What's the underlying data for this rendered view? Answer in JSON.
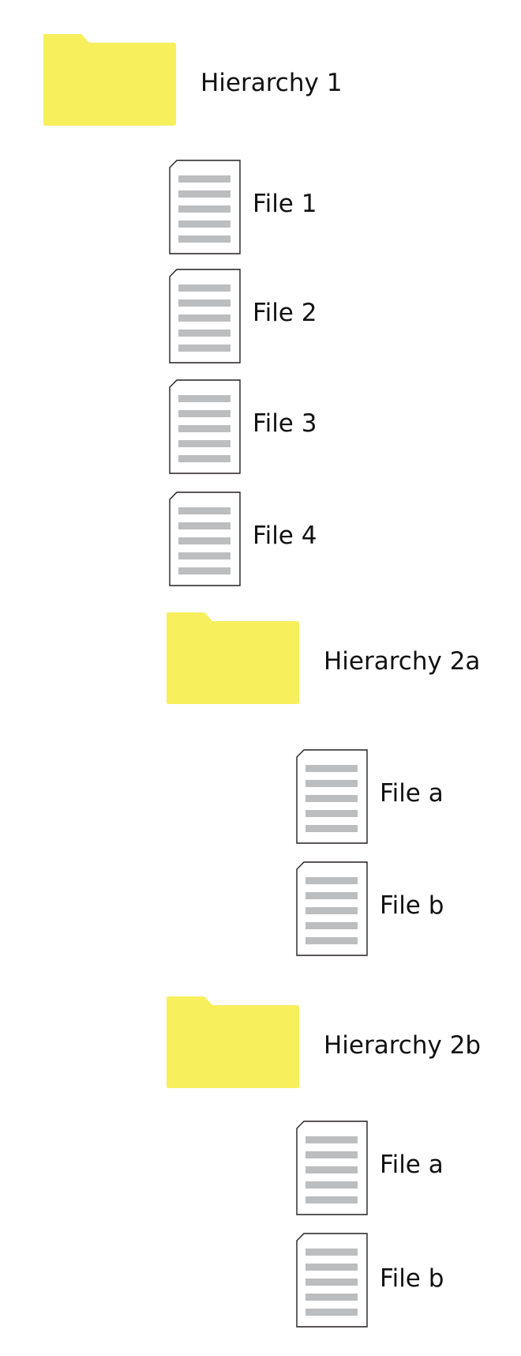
{
  "tree": {
    "root": {
      "label": "Hierarchy 1",
      "icon": "folder-icon",
      "files": [
        {
          "label": "File 1",
          "icon": "document-icon"
        },
        {
          "label": "File 2",
          "icon": "document-icon"
        },
        {
          "label": "File 3",
          "icon": "document-icon"
        },
        {
          "label": "File 4",
          "icon": "document-icon"
        }
      ],
      "subfolders": [
        {
          "label": "Hierarchy 2a",
          "icon": "folder-icon",
          "files": [
            {
              "label": "File a",
              "icon": "document-icon"
            },
            {
              "label": "File b",
              "icon": "document-icon"
            }
          ]
        },
        {
          "label": "Hierarchy 2b",
          "icon": "folder-icon",
          "files": [
            {
              "label": "File a",
              "icon": "document-icon"
            },
            {
              "label": "File b",
              "icon": "document-icon"
            }
          ]
        }
      ]
    }
  },
  "colors": {
    "folder": "#F7EF5C",
    "document_outline": "#231F20",
    "document_lines": "#BBBDBF",
    "text": "#111111"
  }
}
